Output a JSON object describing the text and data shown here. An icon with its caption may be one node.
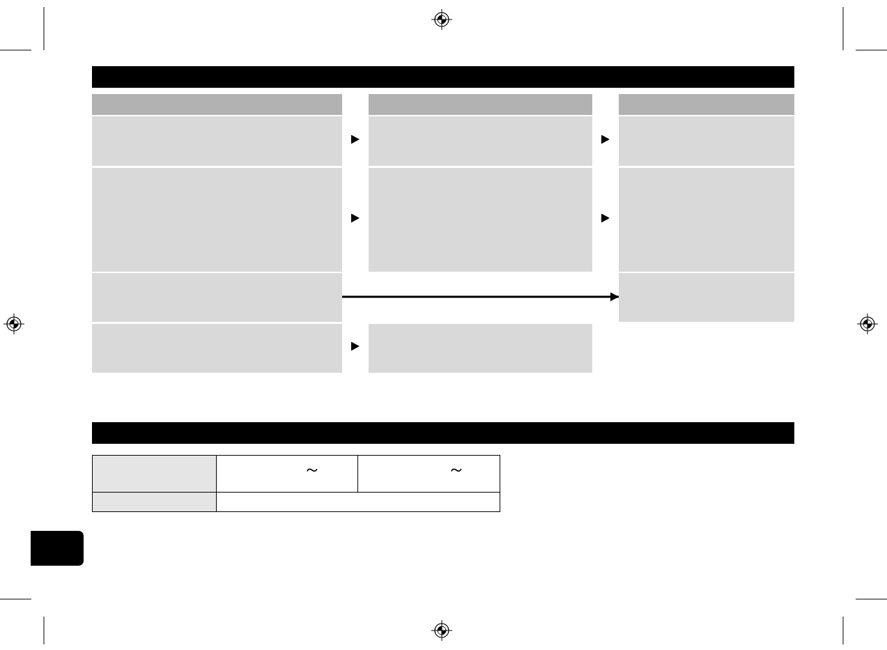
{
  "diagram": {
    "nodes": [
      {
        "text": [],
        "shape": "box"
      },
      {
        "text": [],
        "shape": "box"
      },
      {
        "text": [],
        "shape": "box"
      },
      {
        "text": [],
        "shape": "box"
      },
      {
        "text": [],
        "shape": "box"
      },
      {
        "text": [],
        "shape": "box"
      },
      {
        "text": [],
        "shape": "box"
      },
      {
        "text": [],
        "shape": "box"
      },
      {
        "text": [],
        "shape": "box"
      },
      {
        "text": [],
        "shape": "box"
      },
      {
        "text": [],
        "shape": "box"
      },
      {
        "text": [],
        "shape": "box"
      },
      {
        "text": [],
        "shape": "box"
      },
      {
        "text": [],
        "shape": "box"
      },
      {
        "text": [],
        "shape": "box"
      }
    ],
    "edges": [
      {
        "from": 4,
        "to": 5,
        "arrow": "to"
      },
      {
        "from": 5,
        "to": 6,
        "arrow": "to"
      },
      {
        "from": 7,
        "to": 8,
        "arrow": "to"
      },
      {
        "from": 8,
        "to": 9,
        "arrow": "to"
      },
      {
        "from": 10,
        "to": 11,
        "arrow": "to"
      },
      {
        "from": 12,
        "to": 13,
        "arrow": "to"
      }
    ],
    "labels": [
      "～",
      "～"
    ]
  }
}
